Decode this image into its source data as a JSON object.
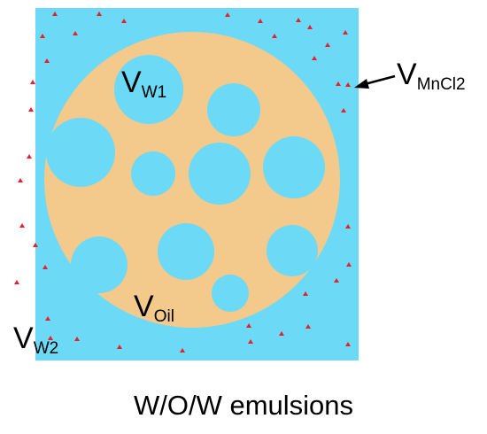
{
  "colors": {
    "outer_phase": "#6cd9f6",
    "oil_phase": "#f3ca8c",
    "dot": "#e8202a",
    "arrow": "#000000",
    "text": "#000000"
  },
  "labels": {
    "inner_water": {
      "main": "V",
      "sub": "W1"
    },
    "oil": {
      "main": "V",
      "sub": "Oil"
    },
    "outer_water": {
      "main": "V",
      "sub": "W2"
    },
    "mncl2": {
      "main": "V",
      "sub": "MnCl2"
    }
  },
  "caption": "W/O/W emulsions"
}
